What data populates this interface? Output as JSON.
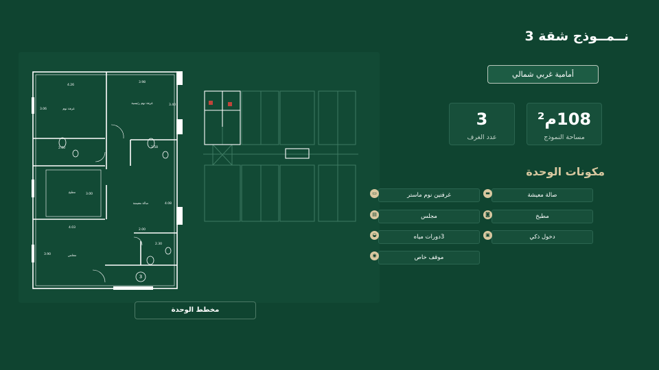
{
  "title": "نــمــوذج شقة 3",
  "orientation": "أمامية غربي شمالي",
  "stats": {
    "area": {
      "value": "108م²",
      "label": "مساحة النموذج"
    },
    "rooms": {
      "value": "3",
      "label": "عدد الغرف"
    }
  },
  "components_heading": "مكونات الوحدة",
  "features": [
    {
      "label": "صالة معيشة",
      "icon": "sofa-icon"
    },
    {
      "label": "غرفتين نوم ماستر",
      "icon": "bed-icon"
    },
    {
      "label": "مطبخ",
      "icon": "kitchen-icon"
    },
    {
      "label": "مجلس",
      "icon": "seating-icon"
    },
    {
      "label": "دخول ذكي",
      "icon": "smart-lock-icon"
    },
    {
      "label": "3دورات مياه",
      "icon": "bath-icon"
    },
    {
      "label": "موقف خاص",
      "icon": "parking-icon"
    }
  ],
  "plan_label": "مخطط الوحدة",
  "floorplan": {
    "rooms": [
      "غرفة نوم",
      "غرفة نوم رئيسية",
      "مطبخ",
      "صالة معيشة",
      "مجلس"
    ],
    "dims": [
      "4.26",
      "3.98",
      "3.06",
      "3.40",
      "2.00",
      "2.58",
      "3.00",
      "4.08",
      "4.03",
      "2.00",
      "3.90",
      "2.30"
    ],
    "unit_number": "3"
  },
  "colors": {
    "background": "#0f4430",
    "panel": "#124a35",
    "card": "#174f3a",
    "accent_gold": "#d9c8a0"
  }
}
